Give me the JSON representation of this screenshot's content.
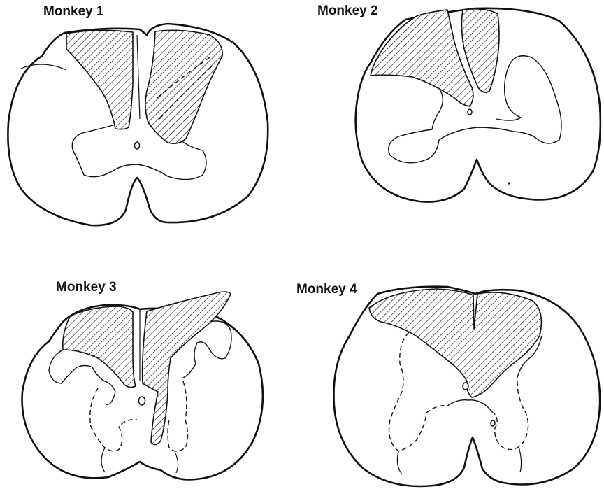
{
  "panels": [
    {
      "label": "Monkey 1"
    },
    {
      "label": "Monkey 2"
    },
    {
      "label": "Monkey 3"
    },
    {
      "label": "Monkey 4"
    }
  ],
  "colors": {
    "ink": "#111111",
    "background": "#ffffff"
  }
}
